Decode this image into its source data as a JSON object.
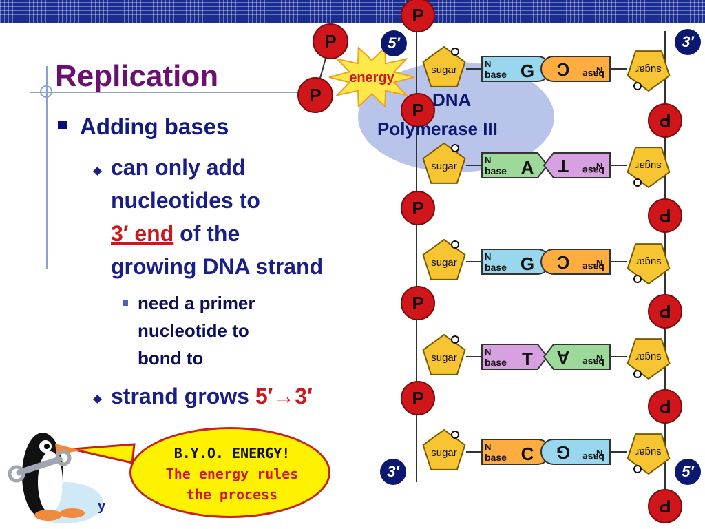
{
  "slide": {
    "title": "Replication",
    "bullet_1": "Adding bases",
    "sub_1_line1": "can only add",
    "sub_1_line2": "nucleotides to",
    "sub_1_end": "3′ end",
    "sub_1_after": " of the",
    "sub_1_line4": "growing DNA strand",
    "sub_sub_1_line1": "need a primer",
    "sub_sub_1_line2": "nucleotide to",
    "sub_sub_1_line3": "bond to",
    "sub_2_prefix": "strand grows ",
    "sub_2_dir": "5′→3′"
  },
  "diagram": {
    "enzyme_line1": "DNA",
    "enzyme_line2": "Polymerase III",
    "energy_label": "energy",
    "phosphate_label": "P",
    "sugar_label": "sugar",
    "base_label_n": "N",
    "base_label_base": "base",
    "end_5_top": "5′",
    "end_3_top": "3′",
    "end_3_bottom": "3′",
    "end_5_bottom": "5′",
    "pairs": [
      {
        "left": "G",
        "right": "C"
      },
      {
        "left": "A",
        "right": "T"
      },
      {
        "left": "G",
        "right": "C"
      },
      {
        "left": "T",
        "right": "A"
      },
      {
        "left": "C",
        "right": "G"
      }
    ],
    "colors": {
      "phosphate": "#d0161b",
      "sugar": "#f7c531",
      "G": "#99d7ef",
      "C": "#ffad40",
      "A": "#9dd99a",
      "T": "#d7a0e0"
    }
  },
  "callout": {
    "line1": "B.Y.O. ENERGY!",
    "line2": "The energy rules",
    "line3": "the process"
  },
  "footer_fragment": "y"
}
